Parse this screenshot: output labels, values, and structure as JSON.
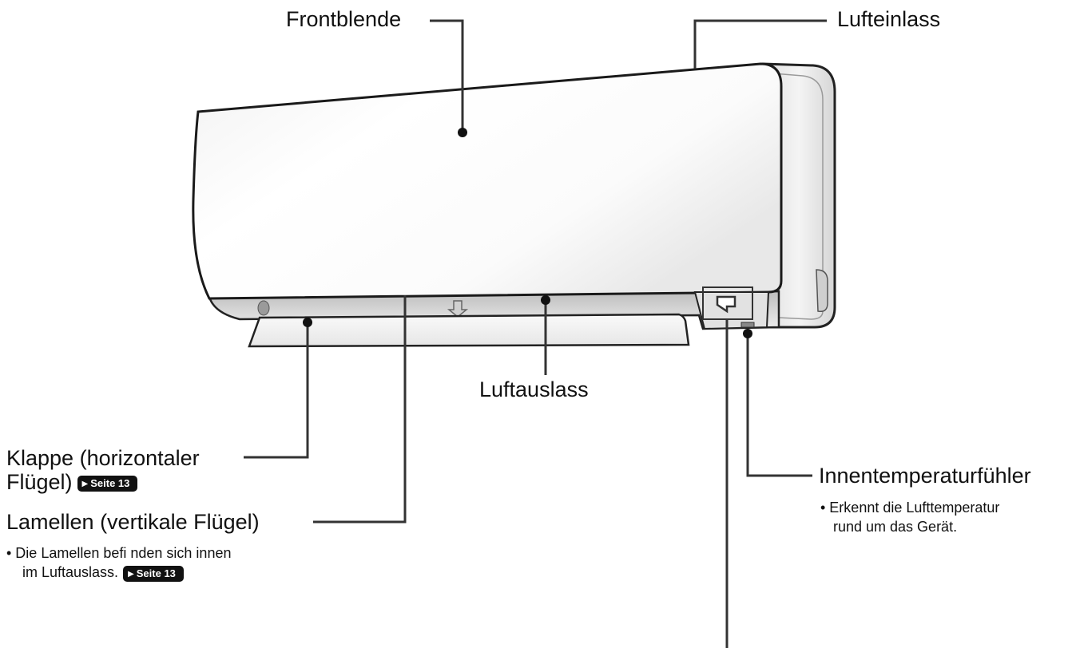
{
  "labels": {
    "front_panel": "Frontblende",
    "air_intake": "Lufteinlass",
    "air_outlet": "Luftauslass",
    "flap_line1": "Klappe (horizontaler",
    "flap_line2": "Flügel)",
    "flap_page_ref": "Seite 13",
    "louvers": "Lamellen (vertikale Flügel)",
    "louvers_note_line1": "• Die Lamellen befi nden sich innen",
    "louvers_note_line2": "im Luftauslass.",
    "louvers_page_ref": "Seite 13",
    "room_temp_sensor": "Innentemperaturfühler",
    "sensor_note_line1": "• Erkennt die Lufttemperatur",
    "sensor_note_line2": "rund um das Gerät."
  }
}
